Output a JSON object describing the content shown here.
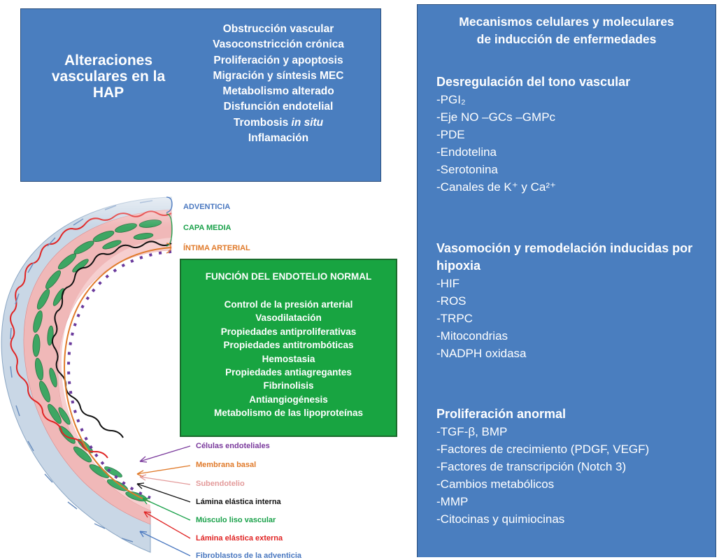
{
  "alteraciones": {
    "title": "Alteraciones vasculares en la HAP",
    "items": [
      {
        "text": "Obstrucción vascular"
      },
      {
        "text": "Vasoconstricción crónica"
      },
      {
        "text": "Proliferación y apoptosis"
      },
      {
        "text": "Migración y síntesis MEC"
      },
      {
        "text": "Metabolismo alterado"
      },
      {
        "text": "Disfunción endotelial"
      },
      {
        "text": "Trombosis ",
        "italic": "in situ"
      },
      {
        "text": "Inflamación"
      }
    ]
  },
  "mecanismos": {
    "title_line1": "Mecanismos celulares y moleculares",
    "title_line2": "de inducción de enfermedades",
    "sections": [
      {
        "heading": "Desregulación del tono vascular",
        "items": [
          "-PGI₂",
          "-Eje NO –GCs –GMPc",
          "-PDE",
          "-Endotelina",
          "-Serotonina",
          "-Canales de K⁺ y Ca²⁺"
        ]
      },
      {
        "heading": "Vasomoción y remodelación inducidas por hipoxia",
        "items": [
          "-HIF",
          "-ROS",
          "-TRPC",
          "-Mitocondrias",
          "-NADPH oxidasa"
        ]
      },
      {
        "heading": "Proliferación anormal",
        "items": [
          "-TGF-β, BMP",
          "-Factores de crecimiento (PDGF, VEGF)",
          "-Factores de transcripción (Notch 3)",
          "-Cambios metabólicos",
          "-MMP",
          "-Citocinas y quimiocinas"
        ]
      }
    ]
  },
  "layers": {
    "adventicia": "ADVENTICIA",
    "media": "CAPA MEDIA",
    "intima": "ÍNTIMA ARTERIAL"
  },
  "endotelio": {
    "title": "FUNCIÓN DEL ENDOTELIO NORMAL",
    "items": [
      "Control de la presión arterial",
      "Vasodilatación",
      "Propiedades antiproliferativas",
      "Propiedades antitrombóticas",
      "Hemostasia",
      "Propiedades antiagregantes",
      "Fibrinolisis",
      "Antiangiogénesis",
      "Metabolismo de las lipoproteínas"
    ]
  },
  "structures": [
    {
      "label": "Células endoteliales",
      "color": "#7a3a9c"
    },
    {
      "label": "Membrana basal",
      "color": "#e07a2a"
    },
    {
      "label": "Subendotelio",
      "color": "#e39a9a"
    },
    {
      "label": "Lámina elástica interna",
      "color": "#111111"
    },
    {
      "label": "Músculo liso vascular",
      "color": "#1aa14a"
    },
    {
      "label": "Lámina elástica externa",
      "color": "#e02424"
    },
    {
      "label": "Fibroblastos de la adventicia",
      "color": "#4a78c0"
    }
  ]
}
